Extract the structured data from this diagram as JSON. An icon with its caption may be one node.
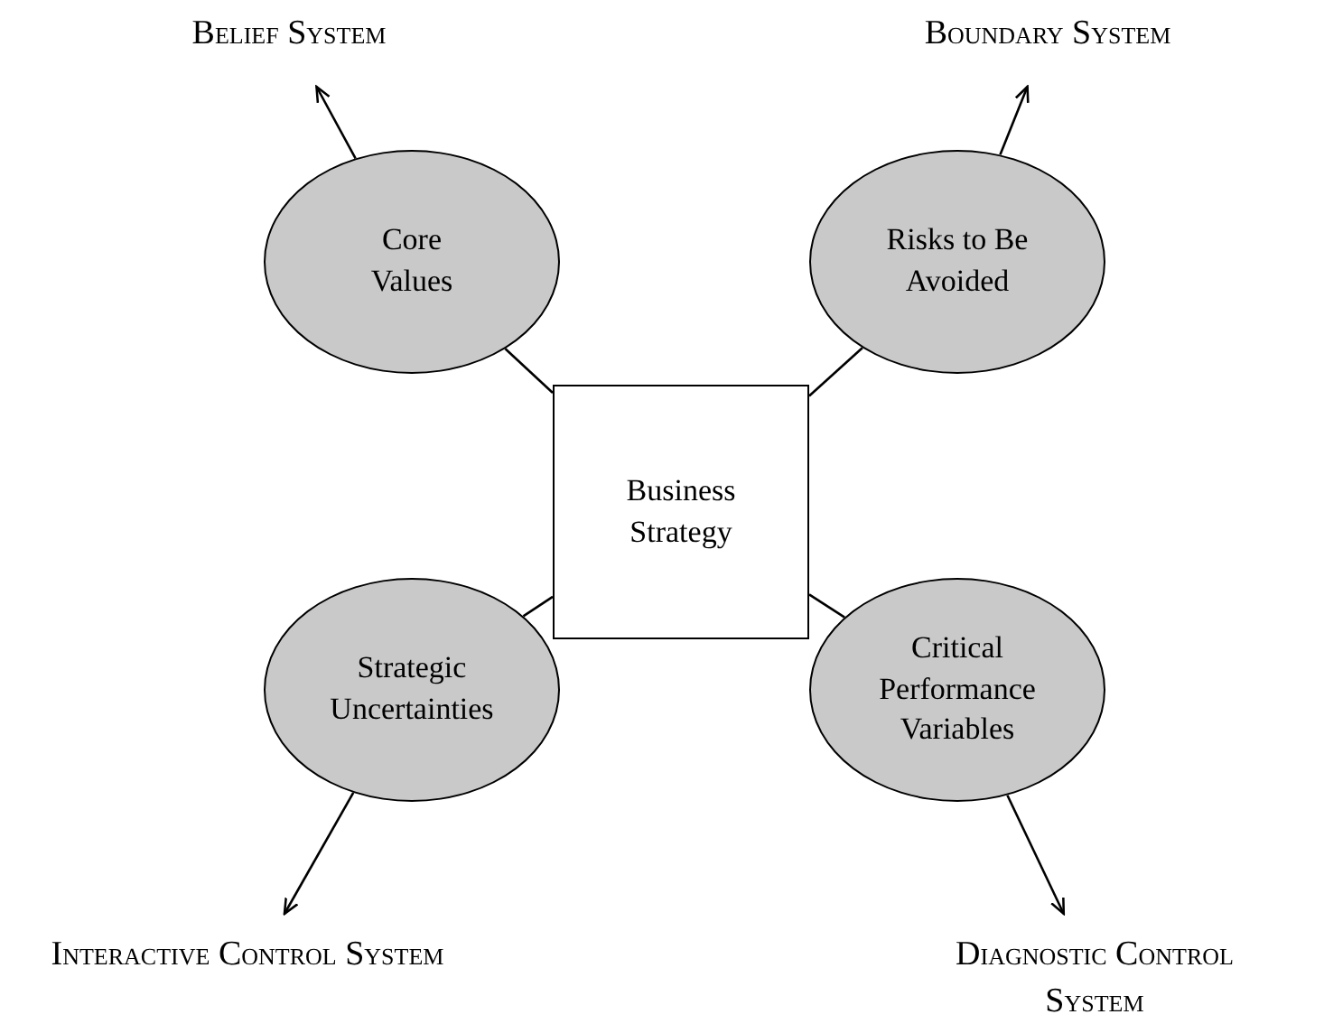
{
  "diagram": {
    "nodes": [
      {
        "text": [
          "Belief System"
        ]
      },
      {
        "text": [
          "Boundary System"
        ]
      },
      {
        "text": [
          "Core Values"
        ]
      },
      {
        "text": [
          "Risks to Be Avoided"
        ]
      },
      {
        "text": [
          "Business Strategy"
        ]
      },
      {
        "text": [
          "Strategic Uncertainties"
        ]
      },
      {
        "text": [
          "Critical Performance Variables"
        ]
      },
      {
        "text": [
          "Interactive Control System"
        ]
      },
      {
        "text": [
          "Diagnostic Control System"
        ]
      }
    ],
    "edges": [
      {
        "from": 4,
        "to": 2,
        "arrow": "none"
      },
      {
        "from": 4,
        "to": 3,
        "arrow": "none"
      },
      {
        "from": 4,
        "to": 5,
        "arrow": "none"
      },
      {
        "from": 4,
        "to": 6,
        "arrow": "none"
      },
      {
        "from": 2,
        "to": 0,
        "arrow": "to"
      },
      {
        "from": 3,
        "to": 1,
        "arrow": "to"
      },
      {
        "from": 5,
        "to": 7,
        "arrow": "to"
      },
      {
        "from": 6,
        "to": 8,
        "arrow": "to"
      }
    ]
  }
}
